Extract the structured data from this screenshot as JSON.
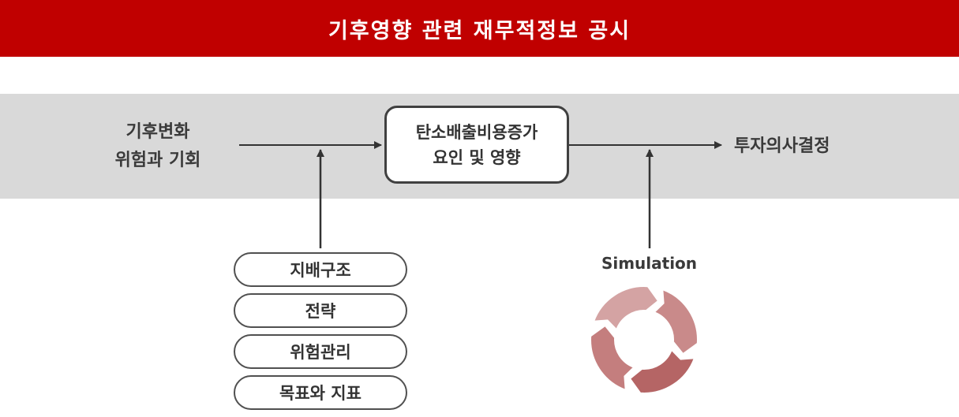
{
  "header": {
    "title": "기후영향 관련 재무적정보 공시"
  },
  "flow": {
    "input_line1": "기후변화",
    "input_line2": "위험과 기회",
    "center_line1": "탄소배출비용증가",
    "center_line2": "요인 및 영향",
    "output": "투자의사결정"
  },
  "governance": {
    "items": [
      "지배구조",
      "전략",
      "위험관리",
      "목표와 지표"
    ]
  },
  "simulation": {
    "label": "Simulation",
    "cycle_colors": [
      "#d4a3a3",
      "#c98a8a",
      "#b56565",
      "#c47e7e"
    ]
  },
  "colors": {
    "header_bg": "#c00000",
    "band_bg": "#d9d9d9",
    "arrow": "#333333"
  }
}
